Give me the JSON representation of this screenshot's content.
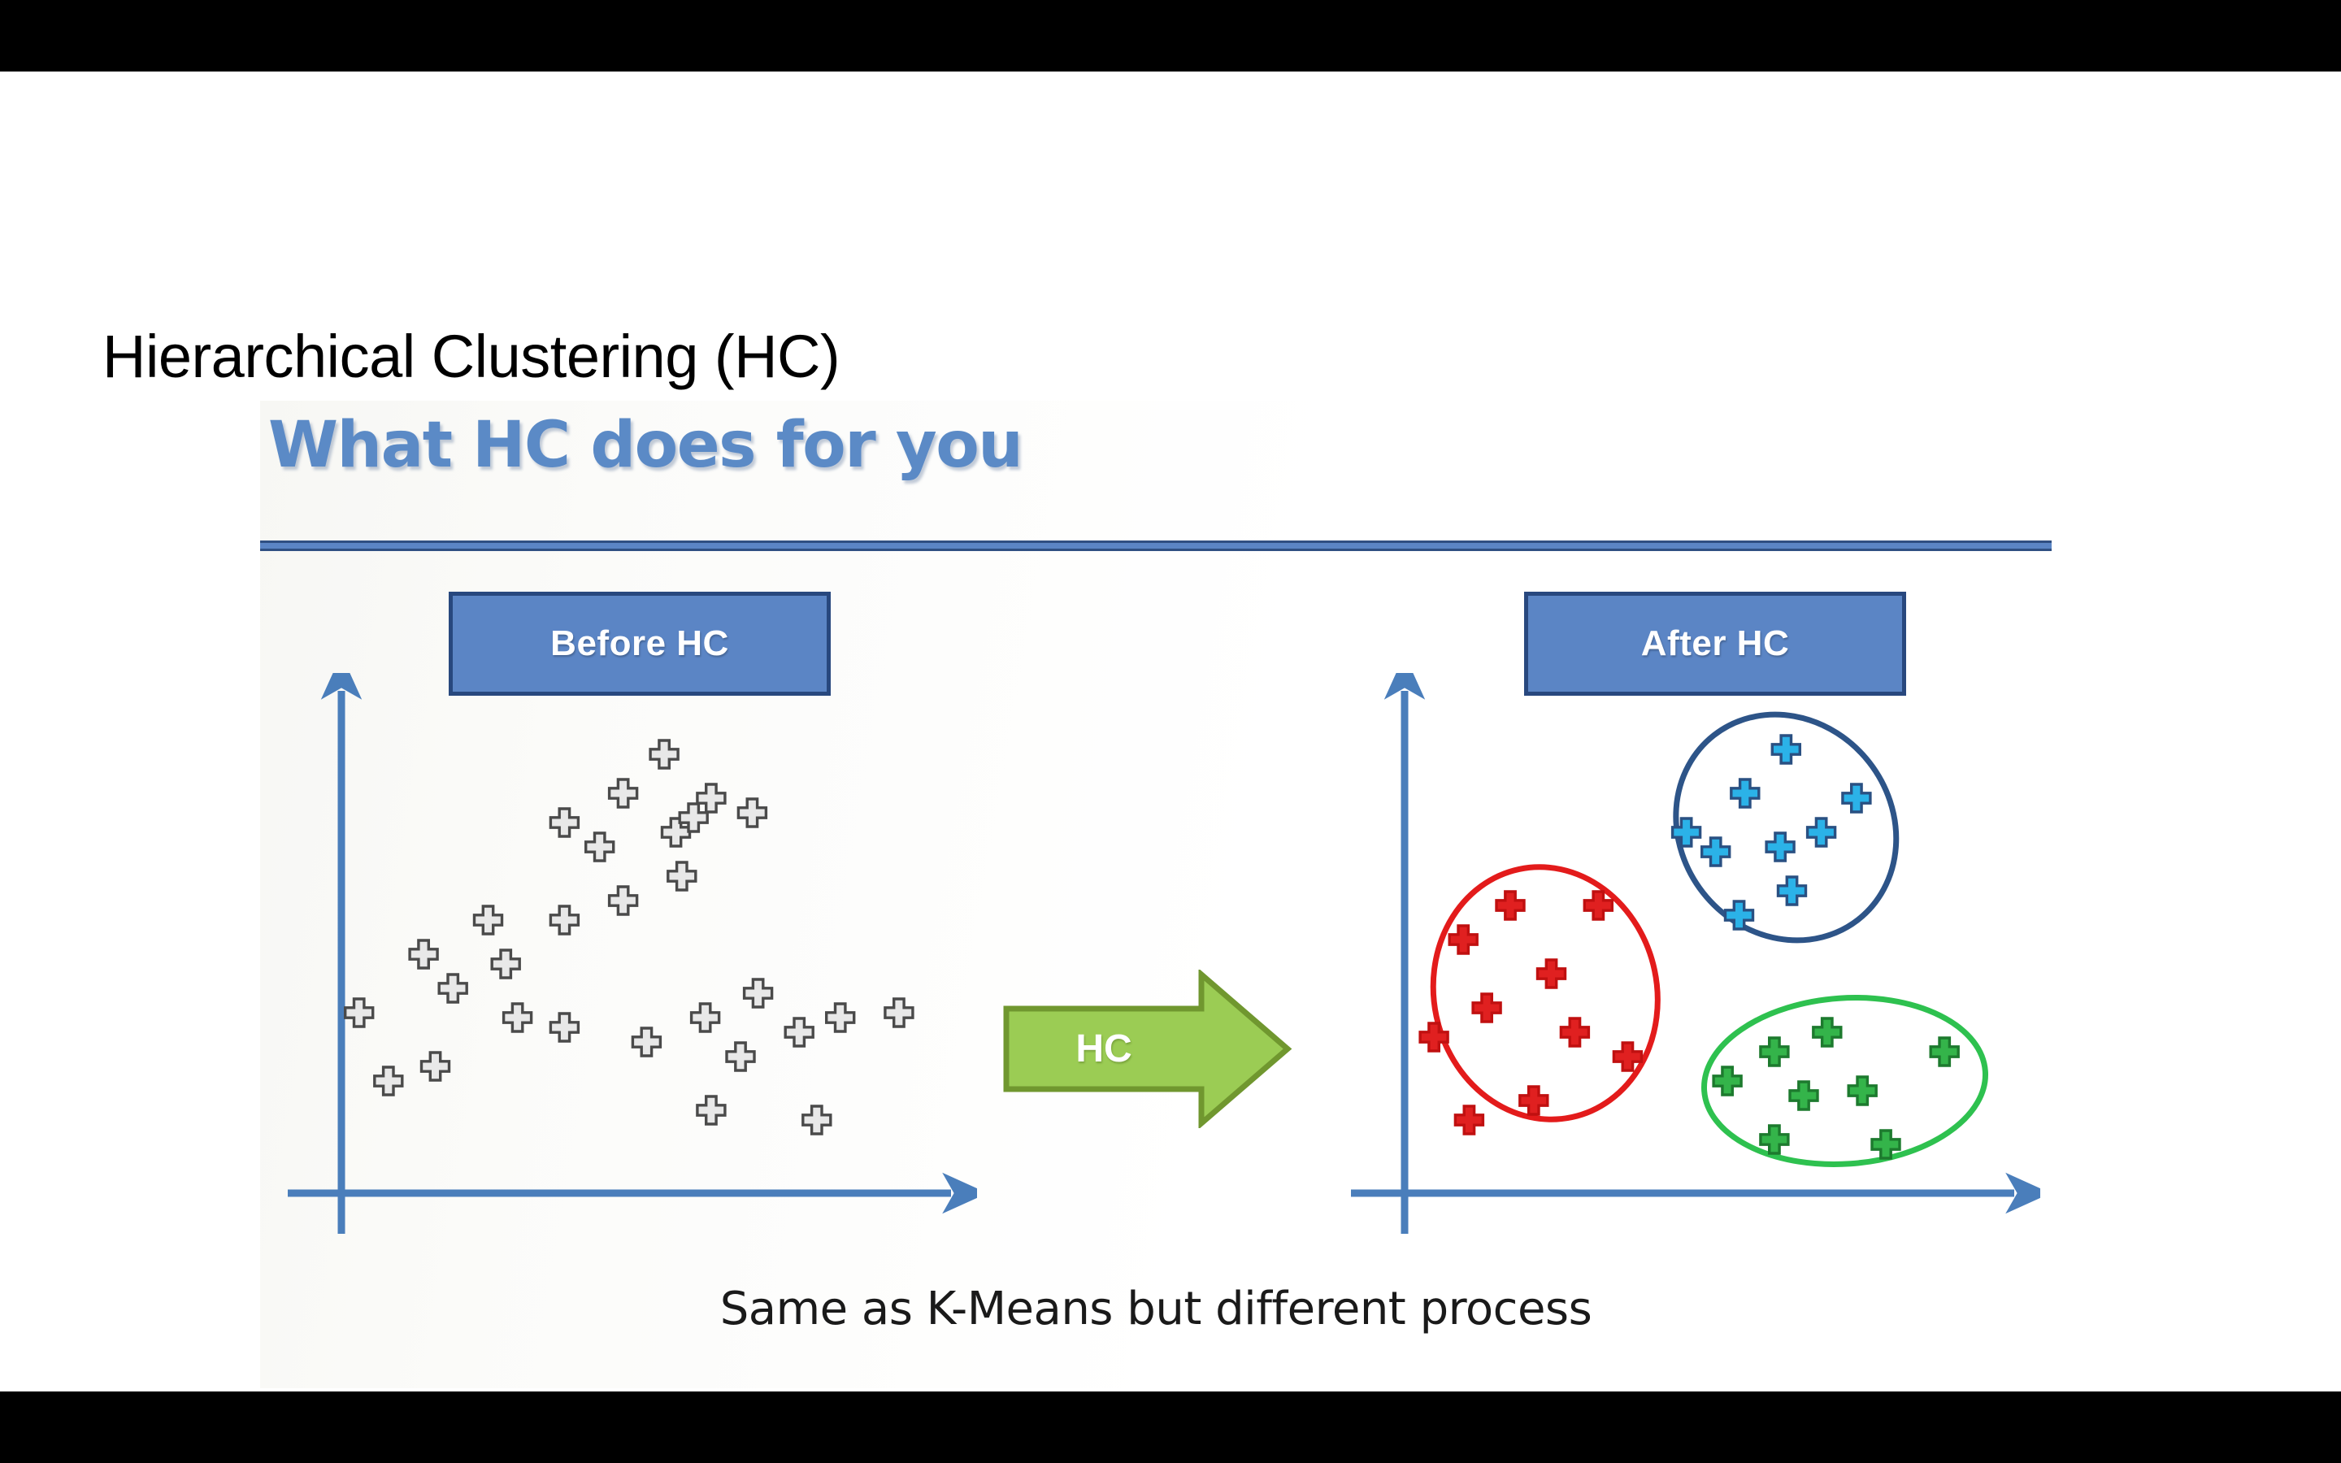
{
  "slide": {
    "title": "Hierarchical Clustering (HC)",
    "background_color": "#ffffff",
    "letterbox_color": "#000000"
  },
  "picture": {
    "heading": "What HC does for you",
    "heading_color": "#5b8ac6",
    "rule_color": "#5b85c5",
    "caption": "Same as K-Means but different process",
    "before_label": "Before HC",
    "after_label": "After HC",
    "label_box_fill": "#5b85c5",
    "label_box_border": "#28487e",
    "arrow_label": "HC",
    "arrow_fill": "#9bcc54",
    "arrow_border": "#70972f",
    "axis_color": "#4a7ebb"
  },
  "chart_data": [
    {
      "type": "scatter",
      "title": "Before HC",
      "xlabel": "",
      "ylabel": "",
      "grid": false,
      "legend": "none",
      "axis_style": "arrow-axes-no-ticks",
      "xlim": [
        0,
        100
      ],
      "ylim": [
        0,
        100
      ],
      "series": [
        {
          "name": "unclustered",
          "marker": "plus",
          "color": "#e8e8e8",
          "edge_color": "#4a4a4a",
          "points": [
            [
              55,
              90
            ],
            [
              48,
              82
            ],
            [
              63,
              81
            ],
            [
              38,
              76
            ],
            [
              44,
              71
            ],
            [
              57,
              74
            ],
            [
              60,
              77
            ],
            [
              70,
              78
            ],
            [
              58,
              65
            ],
            [
              48,
              60
            ],
            [
              25,
              56
            ],
            [
              38,
              56
            ],
            [
              14,
              49
            ],
            [
              28,
              47
            ],
            [
              19,
              42
            ],
            [
              3,
              37
            ],
            [
              30,
              36
            ],
            [
              38,
              34
            ],
            [
              52,
              31
            ],
            [
              62,
              36
            ],
            [
              71,
              41
            ],
            [
              16,
              26
            ],
            [
              8,
              23
            ],
            [
              68,
              28
            ],
            [
              78,
              33
            ],
            [
              85,
              36
            ],
            [
              63,
              17
            ],
            [
              81,
              15
            ],
            [
              95,
              37
            ]
          ]
        }
      ]
    },
    {
      "type": "scatter",
      "title": "After HC",
      "xlabel": "",
      "ylabel": "",
      "grid": false,
      "legend": "none",
      "axis_style": "arrow-axes-no-ticks",
      "xlim": [
        0,
        100
      ],
      "ylim": [
        0,
        100
      ],
      "series": [
        {
          "name": "cluster-1-red",
          "marker": "plus",
          "color": "#e02020",
          "edge_color": "#c01010",
          "ellipse": {
            "cx": 24,
            "cy": 41,
            "rx": 19,
            "ry": 26,
            "rotation": -12,
            "stroke": "#e31b1b"
          },
          "points": [
            [
              18,
              59
            ],
            [
              33,
              59
            ],
            [
              10,
              52
            ],
            [
              25,
              45
            ],
            [
              14,
              38
            ],
            [
              29,
              33
            ],
            [
              5,
              32
            ],
            [
              38,
              28
            ],
            [
              22,
              19
            ],
            [
              11,
              15
            ]
          ]
        },
        {
          "name": "cluster-2-blue",
          "marker": "plus",
          "color": "#2bb2e8",
          "edge_color": "#2a5082",
          "ellipse": {
            "cx": 65,
            "cy": 75,
            "rx": 18,
            "ry": 24,
            "rotation": -38,
            "stroke": "#2d5488"
          },
          "points": [
            [
              65,
              91
            ],
            [
              58,
              82
            ],
            [
              77,
              81
            ],
            [
              48,
              74
            ],
            [
              53,
              70
            ],
            [
              64,
              71
            ],
            [
              71,
              74
            ],
            [
              66,
              62
            ],
            [
              57,
              57
            ]
          ]
        },
        {
          "name": "cluster-3-green",
          "marker": "plus",
          "color": "#34b44a",
          "edge_color": "#1d7a2e",
          "ellipse": {
            "cx": 75,
            "cy": 23,
            "rx": 24,
            "ry": 17,
            "rotation": -4,
            "stroke": "#2ec14f"
          },
          "points": [
            [
              72,
              33
            ],
            [
              63,
              29
            ],
            [
              55,
              23
            ],
            [
              92,
              29
            ],
            [
              68,
              20
            ],
            [
              78,
              21
            ],
            [
              63,
              11
            ],
            [
              82,
              10
            ]
          ]
        }
      ]
    }
  ]
}
